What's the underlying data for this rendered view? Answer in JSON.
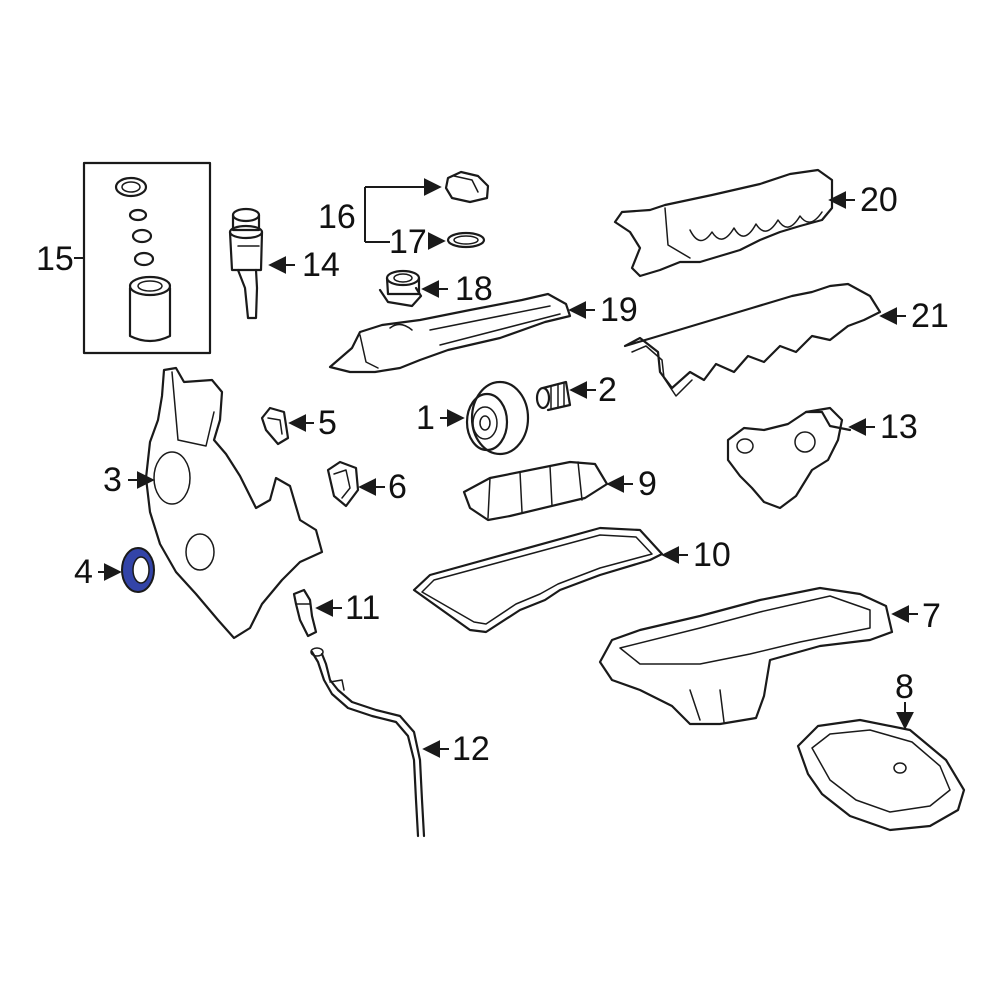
{
  "diagram": {
    "highlight_color": "#3344a8",
    "highlighted_part": "4",
    "callouts": {
      "c1": "1",
      "c2": "2",
      "c3": "3",
      "c4": "4",
      "c5": "5",
      "c6": "6",
      "c7": "7",
      "c8": "8",
      "c9": "9",
      "c10": "10",
      "c11": "11",
      "c12": "12",
      "c13": "13",
      "c14": "14",
      "c15": "15",
      "c16": "16",
      "c17": "17",
      "c18": "18",
      "c19": "19",
      "c20": "20",
      "c21": "21"
    }
  }
}
